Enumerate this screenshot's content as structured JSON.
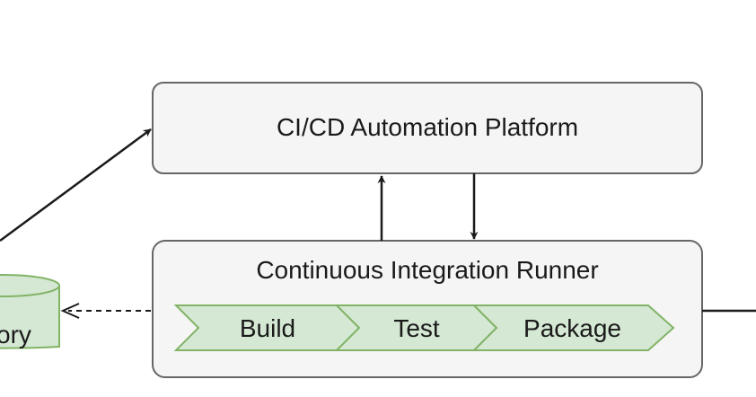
{
  "nodes": {
    "platform": {
      "label": "CI/CD Automation Platform"
    },
    "runner": {
      "label": "Continuous Integration Runner"
    },
    "repository": {
      "label_visible": "ory"
    }
  },
  "stages": [
    {
      "label": "Build"
    },
    {
      "label": "Test"
    },
    {
      "label": "Package"
    }
  ],
  "edges": [
    {
      "from": "repository",
      "to": "platform",
      "style": "solid",
      "arrow": "filled"
    },
    {
      "from": "runner",
      "to": "platform",
      "style": "solid",
      "arrow": "filled"
    },
    {
      "from": "platform",
      "to": "runner",
      "style": "solid",
      "arrow": "filled"
    },
    {
      "from": "runner",
      "to": "repository",
      "style": "dashed",
      "arrow": "open"
    },
    {
      "from": "runner",
      "to": "offscreen-right",
      "style": "solid",
      "arrow": "none"
    }
  ],
  "colors": {
    "box_fill": "#f5f5f5",
    "box_stroke": "#666666",
    "stage_fill": "#d5e8d4",
    "stage_stroke": "#82b366",
    "line": "#1a1a1a"
  }
}
